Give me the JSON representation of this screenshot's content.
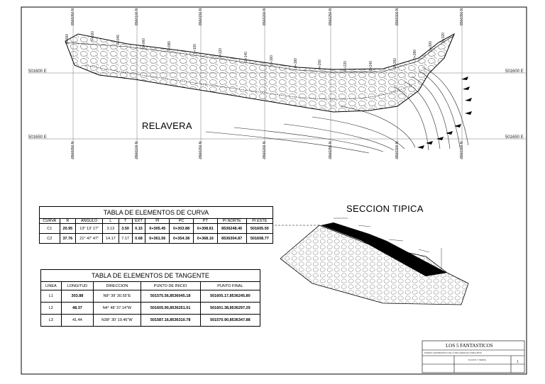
{
  "plan": {
    "label": "RELAVERA",
    "north_coords": [
      "8566050 N",
      "8566100 N",
      "8566150 N",
      "8566200 N",
      "8566250 N",
      "8566300 N",
      "8566350 N"
    ],
    "east_coords": [
      "501600 E",
      "501650 E"
    ],
    "stations": [
      "0+000",
      "0+020",
      "0+040",
      "0+060",
      "0+080",
      "0+100",
      "0+120",
      "0+140",
      "0+160",
      "0+180",
      "0+200",
      "0+220",
      "0+240",
      "0+260",
      "0+280",
      "0+300",
      "0+320"
    ]
  },
  "section": {
    "title": "SECCION TIPICA"
  },
  "curve_table": {
    "title": "TABLA DE ELEMENTOS DE CURVA",
    "headers": [
      "CURVA",
      "R",
      "ANGULO",
      "L",
      "T",
      "EXT",
      "PI",
      "PC",
      "PT",
      "PI NORTE",
      "PI ESTE"
    ],
    "rows": [
      [
        "C1",
        "20.95",
        "13° 13' 17\"",
        "3.13",
        "3.50",
        "0.15",
        "0+305.45",
        "0+303.88",
        "0+308.81",
        "8536248.45",
        "501605.50"
      ],
      [
        "C2",
        "37.76",
        "21° 47' 47\"",
        "14.17",
        "7.17",
        "0.68",
        "0+361.56",
        "0+354.38",
        "0+368.16",
        "8536304.87",
        "501608.77"
      ]
    ]
  },
  "tangent_table": {
    "title": "TABLA DE ELEMENTOS DE TANGENTE",
    "headers": [
      "LINEA",
      "LONGITUD",
      "DIRECCION",
      "PUNTO DE INICIO",
      "PUNTO FINAL"
    ],
    "rows": [
      [
        "L1",
        "303.88",
        "N8° 39' 30.55\"E",
        "501575.56,8536045.18",
        "501605.17,8536245.80"
      ],
      [
        "L2",
        "48.37",
        "N4° 48' 37.14\"W",
        "501605.90,8536251.01",
        "501601.38,8536297.29"
      ],
      [
        "L3",
        "41.44",
        "N38° 30' 19.46\"W",
        "501587.16,8536310.78",
        "501570.90,8536347.88"
      ]
    ]
  },
  "title_block": {
    "company": "LOS 5 FANTASTICOS",
    "project": "DISEÑO GEOMETRICO DE LA RELAVERA EN TABLAPATA",
    "sheet_title": "PLANTA Y PERFIL",
    "sheet_no": "1"
  },
  "colors": {
    "ink": "#000000",
    "bg": "#ffffff",
    "hatch": "#555555"
  }
}
